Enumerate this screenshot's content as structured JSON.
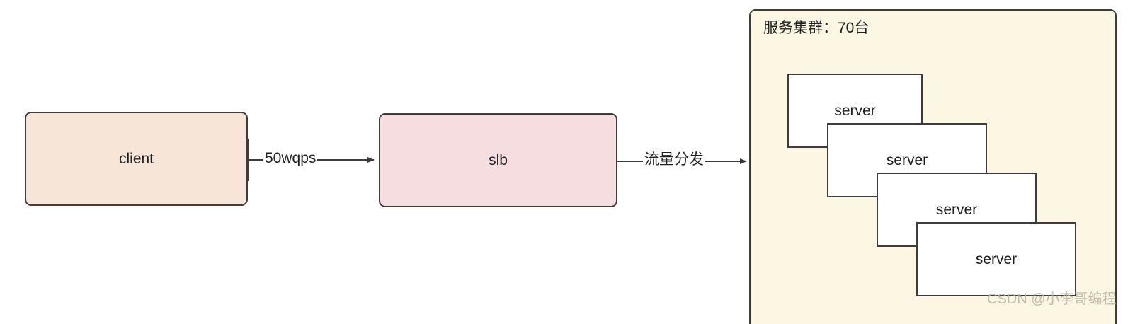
{
  "diagram": {
    "title": "",
    "background": "#ffffff",
    "nodes": [
      {
        "id": "client",
        "label": "client",
        "fill": "#f7e6d8",
        "stroke": "#3d3b3b"
      },
      {
        "id": "slb",
        "label": "slb",
        "fill": "#f6dee0",
        "stroke": "#3d3b3b"
      },
      {
        "id": "cluster",
        "label": "服务集群：70台",
        "fill": "#fbf7e3",
        "stroke": "#3d3b3b"
      }
    ],
    "servers": [
      {
        "label": "server"
      },
      {
        "label": "server"
      },
      {
        "label": "server"
      },
      {
        "label": "server"
      }
    ],
    "edges": [
      {
        "id": "client-to-slb",
        "label": "50wqps",
        "from": "client",
        "to": "slb",
        "stroke": "#3d3b3b"
      },
      {
        "id": "slb-to-cluster",
        "label": "流量分发",
        "from": "slb",
        "to": "cluster",
        "stroke": "#3d3b3b"
      }
    ],
    "watermark": "CSDN @小李哥编程"
  }
}
